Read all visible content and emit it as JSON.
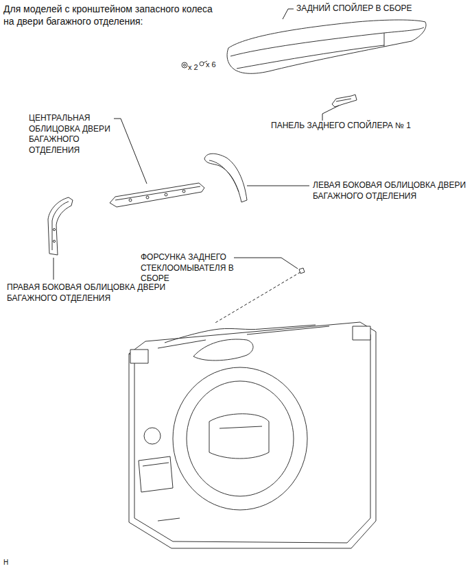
{
  "diagram": {
    "labels": [
      "Для моделей с кронштейном запасного колеса на двери багажного отделения:",
      "ЗАДНИЙ СПОЙЛЕР В СБОРЕ",
      "x 2",
      "x 6",
      "ПАНЕЛЬ ЗАДНЕГО СПОЙЛЕРА № 1",
      "ЦЕНТРАЛЬНАЯ ОБЛИЦОВКА ДВЕРИ БАГАЖНОГО ОТДЕЛЕНИЯ",
      "ЛЕВАЯ БОКОВАЯ ОБЛИЦОВКА ДВЕРИ БАГАЖНОГО ОТДЕЛЕНИЯ",
      "ФОРСУНКА ЗАДНЕГО СТЕКЛООМЫВАТЕЛЯ В СБОРЕ",
      "ПРАВАЯ БОКОВАЯ ОБЛИЦОВКА ДВЕРИ БАГАЖНОГО ОТДЕЛЕНИЯ",
      "H"
    ]
  }
}
